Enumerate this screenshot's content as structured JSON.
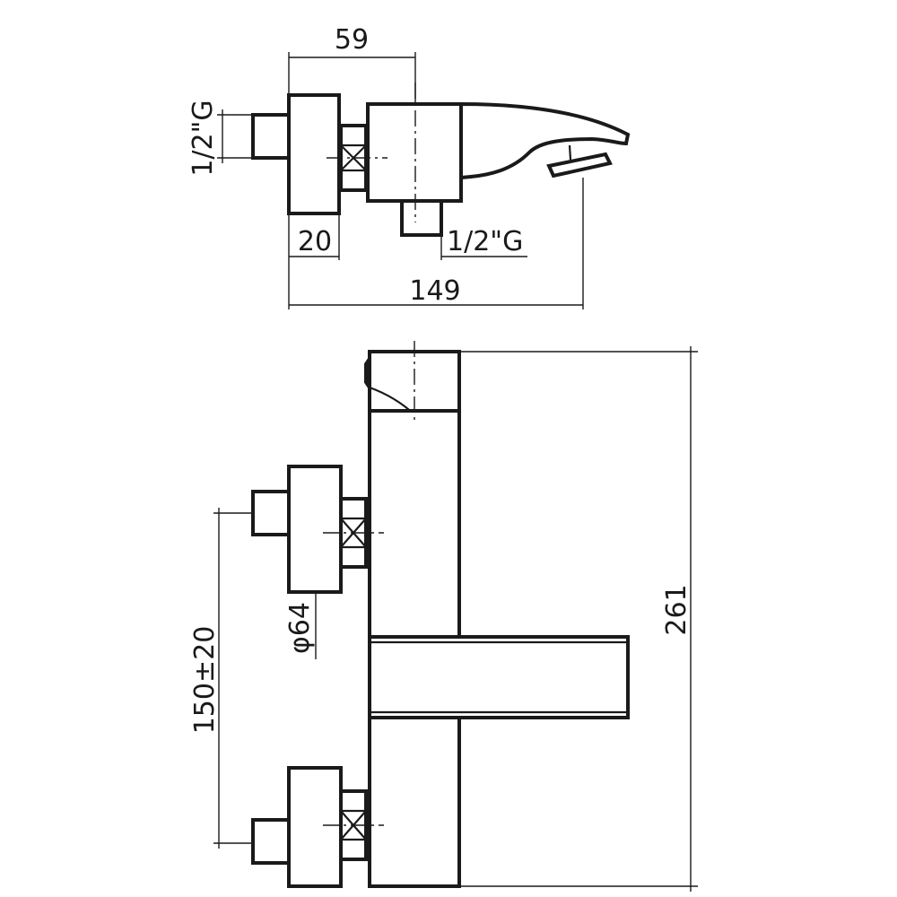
{
  "drawing": {
    "top_view": {
      "dim_width_top": "59",
      "dim_inlet_thread": "1/2\"G",
      "dim_flange": "20",
      "dim_outlet_thread": "1/2\"G",
      "dim_total_length": "149"
    },
    "front_view": {
      "dim_centers": "150±20",
      "dim_flange_diameter": "φ64",
      "dim_height": "261"
    },
    "colors": {
      "line": "#1a1a1a",
      "background": "#ffffff"
    }
  }
}
